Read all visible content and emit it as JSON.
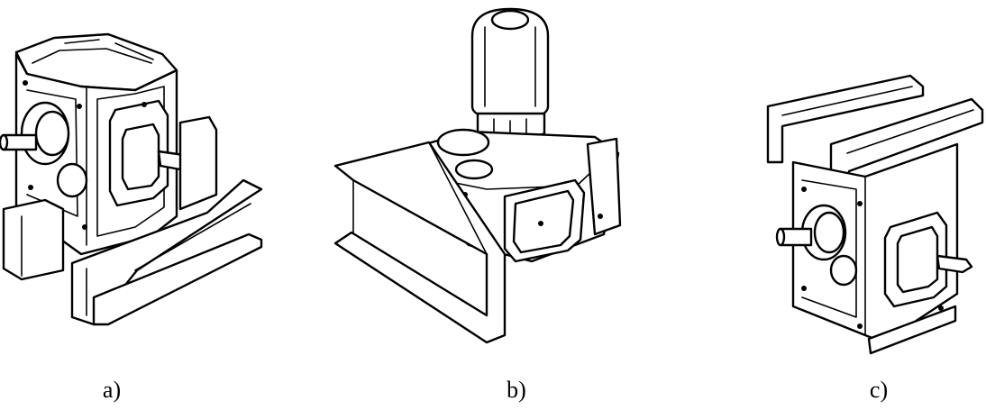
{
  "figures": [
    {
      "label": "a)",
      "icon": "gearbox-mounted-on-channel-beam-horizontal-shaft"
    },
    {
      "label": "b)",
      "icon": "gearbox-with-vertical-motor-on-channel-beam"
    },
    {
      "label": "c)",
      "icon": "gearbox-hanging-under-channel-beams"
    }
  ],
  "colors": {
    "line": "#000000",
    "fill": "#ffffff",
    "background": "#ffffff"
  }
}
